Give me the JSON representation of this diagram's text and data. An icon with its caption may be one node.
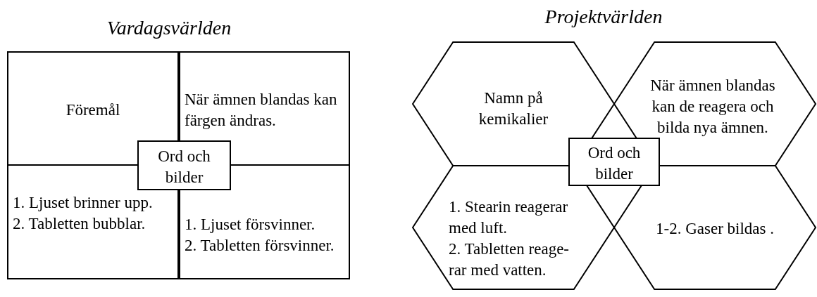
{
  "diagram": {
    "nodes": [
      {
        "text": [
          "Föremål"
        ]
      },
      {
        "text": [
          "När ämnen blandas kan färgen ändras."
        ]
      },
      {
        "text": [
          "Ord och bilder"
        ]
      },
      {
        "text": [
          "1. Ljuset brinner upp.",
          "2. Tabletten bubblar."
        ]
      },
      {
        "text": [
          "1. Ljuset försvinner.",
          "2. Tabletten försvinner."
        ]
      },
      {
        "text": [
          "Namn på kemikalier"
        ]
      },
      {
        "text": [
          "När ämnen blandas kan de reagera och bilda nya ämnen."
        ]
      },
      {
        "text": [
          "Ord och bilder"
        ]
      },
      {
        "text": [
          "1. Stearin reagerar med luft.",
          "2. Tabletten reage-rar med vatten."
        ]
      },
      {
        "text": [
          "1-2. Gaser bildas ."
        ]
      }
    ],
    "labels": [
      "Vardagsvärlden",
      "Projektvärlden"
    ]
  }
}
